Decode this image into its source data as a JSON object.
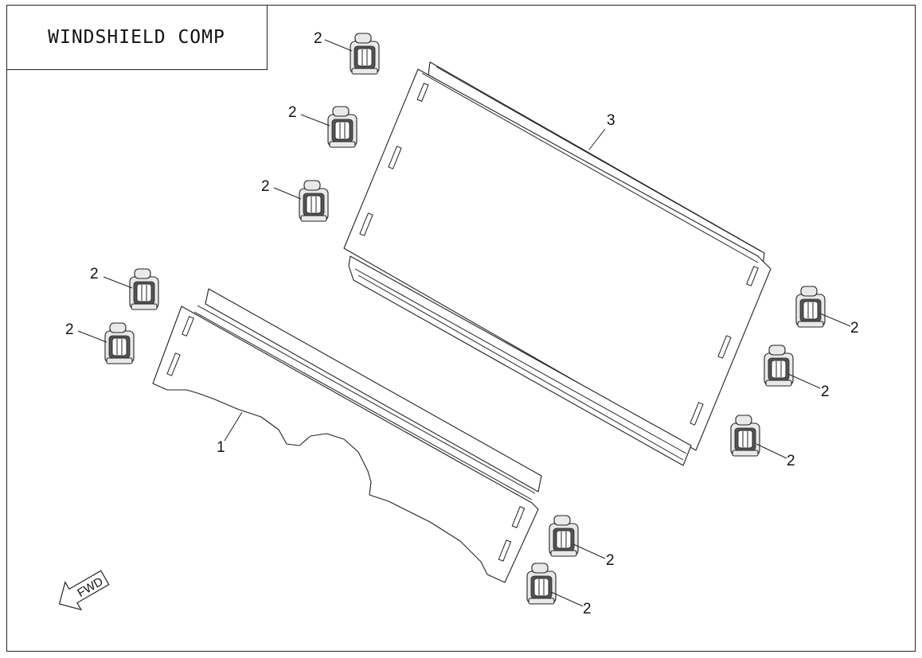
{
  "title": "WINDSHIELD COMP",
  "fwd_label": "FWD",
  "callouts": {
    "part1": "1",
    "part2": "2",
    "part3": "3"
  }
}
